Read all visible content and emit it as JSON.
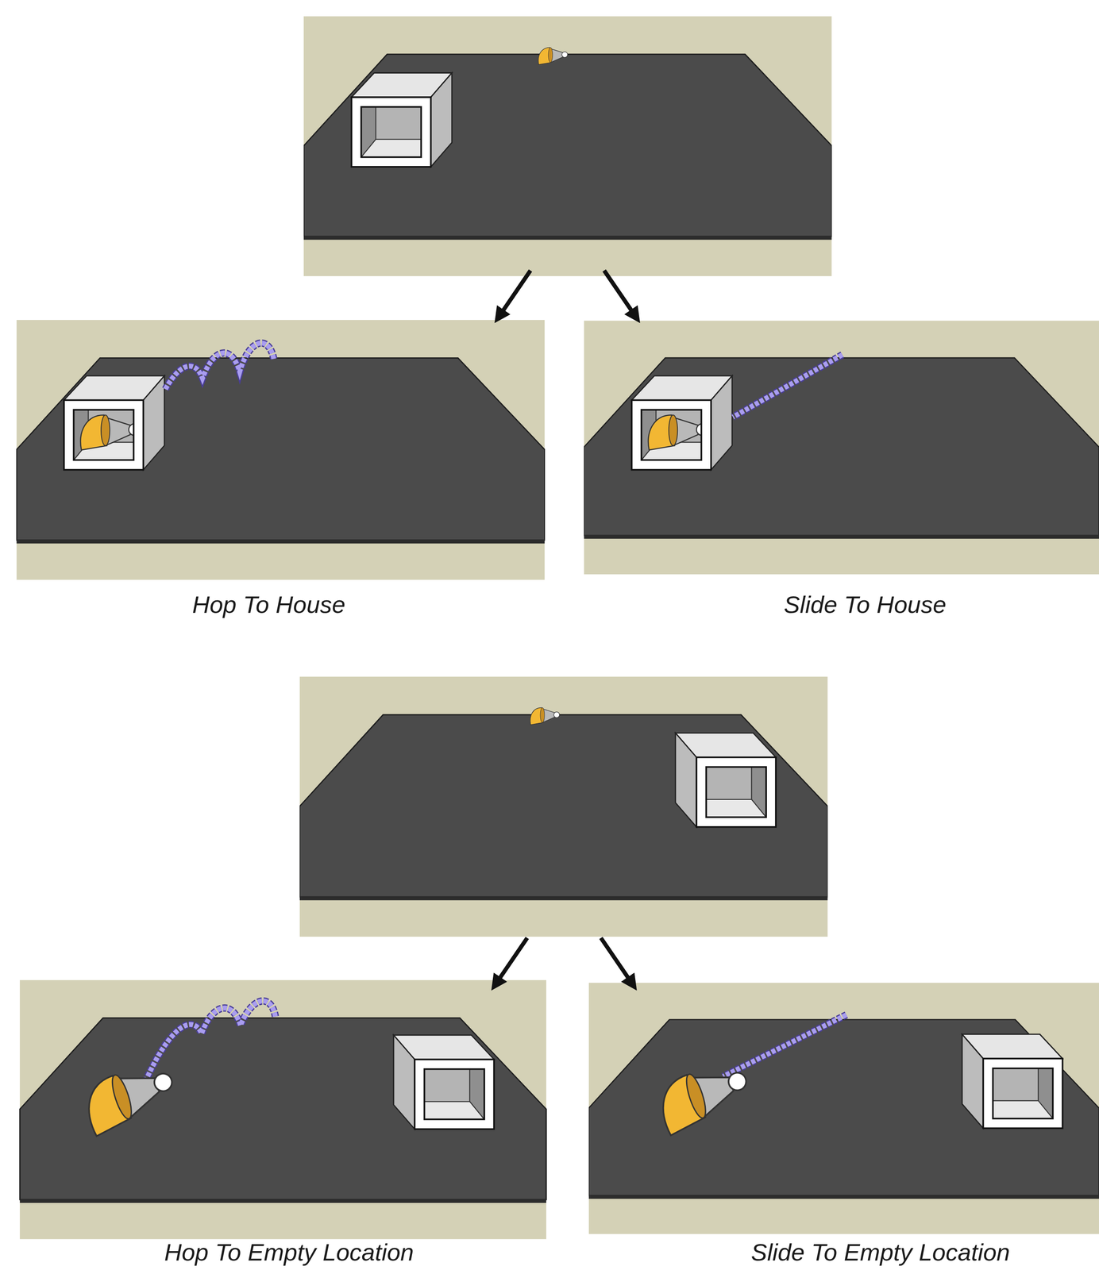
{
  "diagram": {
    "labels": [
      "Hop To House",
      "Slide To House",
      "Hop To Empty Location",
      "Slide To Empty Location"
    ]
  }
}
